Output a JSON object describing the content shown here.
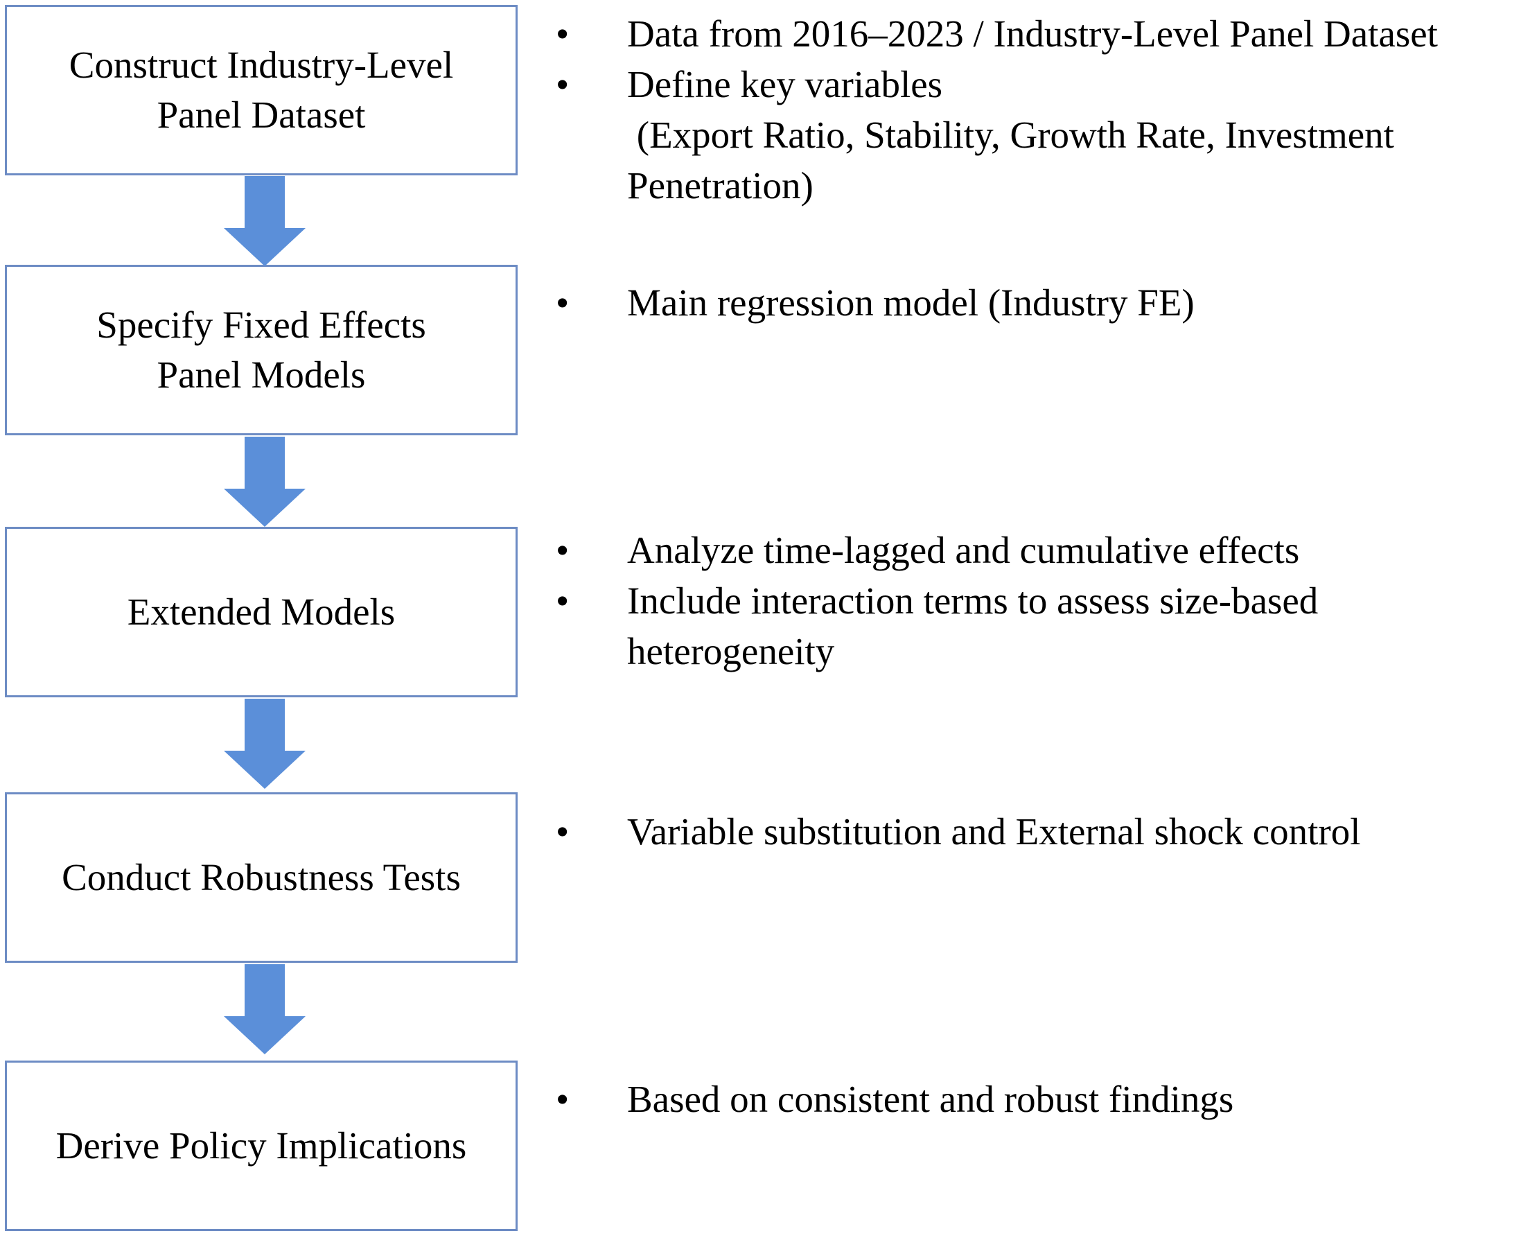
{
  "steps": [
    {
      "label": "Construct Industry-Level\nPanel Dataset"
    },
    {
      "label": "Specify Fixed Effects\nPanel Models"
    },
    {
      "label": "Extended Models"
    },
    {
      "label": "Conduct Robustness Tests"
    },
    {
      "label": "Derive Policy Implications"
    }
  ],
  "notes": [
    [
      "Data from 2016–2023 / Industry-Level Panel Dataset",
      "Define key variables\n (Export Ratio, Stability, Growth Rate, Investment Penetration)"
    ],
    [
      "Main regression model (Industry FE)"
    ],
    [
      "Analyze time-lagged and cumulative effects",
      "Include interaction terms to assess size-based heterogeneity"
    ],
    [
      "Variable substitution and External shock control"
    ],
    [
      "Based on consistent and robust findings"
    ]
  ],
  "bullet_symbol": "•",
  "colors": {
    "box_border": "#6d8cc4",
    "arrow_fill": "#5b8fd9"
  },
  "arrow_icon": "down-arrow-icon"
}
